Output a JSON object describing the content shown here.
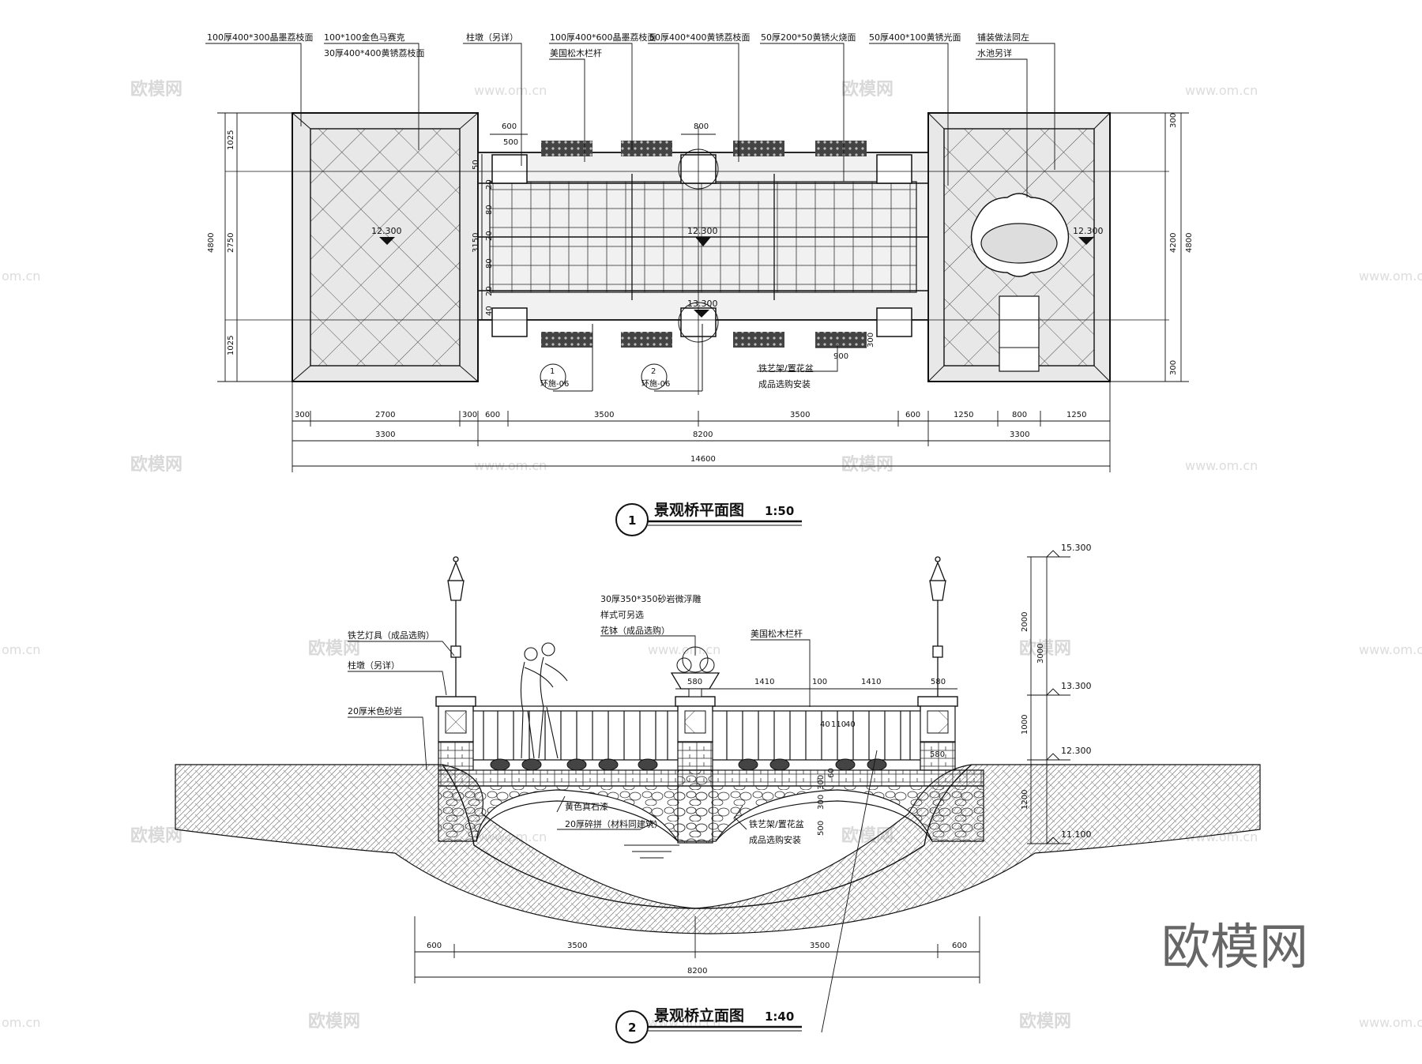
{
  "plan": {
    "title": "景观桥平面图",
    "scale": "1:50",
    "index": "1",
    "labels": {
      "paving_large": "100厚400*300晶墨荔枝面",
      "mosaic": "100*100金色马赛克",
      "paving_30": "30厚400*400黄锈荔枝面",
      "pier": "柱墩（另详）",
      "deck_paving": "100厚400*600晶墨荔枝面",
      "railing": "美国松木栏杆",
      "yellow_litchi": "50厚400*400黄锈荔枝面",
      "yellow_flame": "50厚200*50黄锈火烧面",
      "yellow_polish": "50厚400*100黄锈光面",
      "paving_same": "铺装做法同左",
      "pool": "水池另详",
      "iron_rack": "铁艺架/置花盆",
      "install": "成品选购安装",
      "ref1": "1",
      "ref1_sub": "环施-06",
      "ref2": "2",
      "ref2_sub": "环施-06"
    },
    "elevations": {
      "left": "12.300",
      "center": "12.300",
      "bottom": "13.300",
      "right": "12.300"
    },
    "dims_bottom_row1": [
      "300",
      "2700",
      "300",
      "600",
      "3500",
      "3500",
      "600",
      "1250",
      "800",
      "1250"
    ],
    "dims_bottom_row2": [
      "3300",
      "8200",
      "3300"
    ],
    "dims_total": "14600",
    "dims_left_outer": "4800",
    "dims_left_inner": [
      "1025",
      "2750",
      "1025"
    ],
    "dims_right_outer": "4800",
    "dims_right_inner": [
      "300",
      "4200",
      "300"
    ],
    "dims_top": [
      "600",
      "500",
      "800"
    ],
    "dims_deck_v": [
      "50",
      "20",
      "80",
      "20",
      "80",
      "20",
      "40",
      "3150"
    ],
    "dims_misc": [
      "900",
      "300"
    ]
  },
  "elevation": {
    "title": "景观桥立面图",
    "scale": "1:40",
    "index": "2",
    "labels": {
      "lamp": "铁艺灯具（成品选购）",
      "pier": "柱墩（另详）",
      "sandstone": "20厚米色砂岩",
      "relief": "30厚350*350砂岩微浮雕",
      "style": "样式可另选",
      "flower": "花钵（成品选购）",
      "railing": "美国松木栏杆",
      "paint": "黄色真石漆",
      "rubble": "20厚碎拼（材料同建筑）",
      "iron_rack": "铁艺架/置花盆",
      "install": "成品选购安装"
    },
    "levels": [
      "15.300",
      "13.300",
      "12.300",
      "11.100"
    ],
    "dims_right": [
      "2000",
      "3000",
      "1000",
      "1200"
    ],
    "dims_railing": [
      "580",
      "1410",
      "100",
      "1410",
      "580"
    ],
    "dims_small": [
      "40",
      "110",
      "40",
      "580",
      "300",
      "60",
      "300",
      "500"
    ],
    "dims_bottom": [
      "600",
      "3500",
      "3500",
      "600"
    ],
    "dims_total": "8200"
  },
  "watermark": {
    "brand": "欧模网",
    "url": "www.om.cn",
    "url_short": "om.cn"
  }
}
